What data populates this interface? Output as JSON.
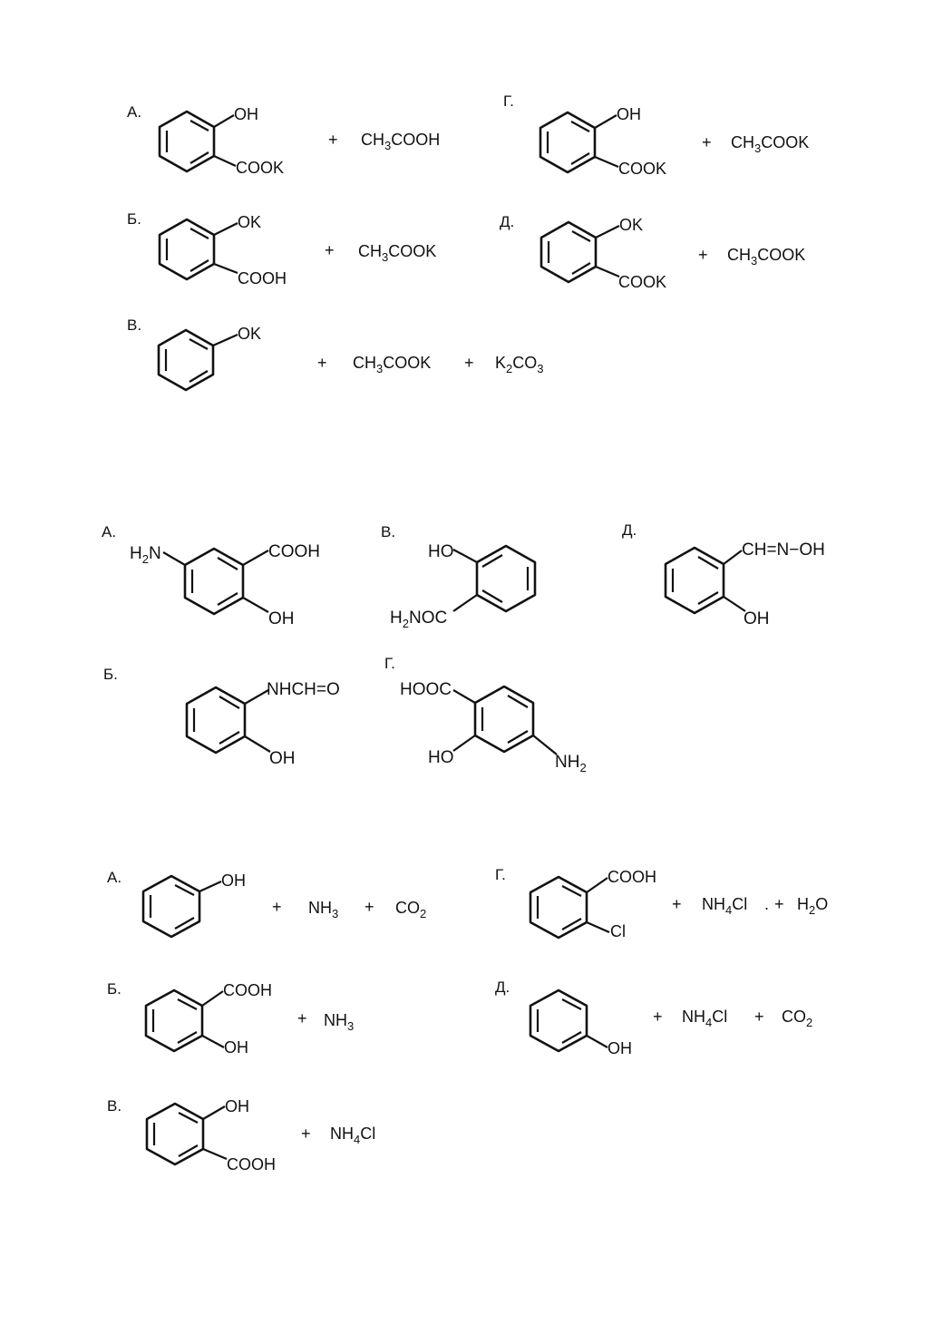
{
  "question_1": {
    "a": {
      "label": "А.",
      "oh": "OH",
      "cook": "COOK",
      "plus": "+",
      "product": "CH3COOH"
    },
    "g": {
      "label": "Г.",
      "oh": "OH",
      "cook": "COOK",
      "plus": "+",
      "product": "CH3COOK"
    },
    "b": {
      "label": "Б.",
      "ok": "OK",
      "cooh": "COOH",
      "plus": "+",
      "product": "CH3COOK"
    },
    "d": {
      "label": "Д.",
      "ok": "OK",
      "cook": "COOK",
      "plus": "+",
      "product": "CH3COOK"
    },
    "v": {
      "label": "В.",
      "ok": "OK",
      "plus1": "+",
      "product1": "CH3COOK",
      "plus2": "+",
      "product2": "K2CO3"
    }
  },
  "question_2": {
    "a": {
      "label": "А.",
      "h2n": "H2N",
      "cooh": "COOH",
      "oh": "OH"
    },
    "v": {
      "label": "В.",
      "ho": "HO",
      "h2noc": "H2NOC"
    },
    "d": {
      "label": "Д.",
      "oxime": "CH=N−OH",
      "oh": "OH"
    },
    "b": {
      "label": "Б.",
      "nhcho": "NHCH=O",
      "oh": "OH"
    },
    "g": {
      "label": "Г.",
      "hooc": "HOOC",
      "ho": "HO",
      "nh2": "NH2"
    }
  },
  "question_3": {
    "a": {
      "label": "А.",
      "oh": "OH",
      "plus1": "+",
      "product1": "NH3",
      "plus2": "+",
      "product2": "CO2"
    },
    "g": {
      "label": "Г.",
      "cooh": "COOH",
      "cl": "Cl",
      "plus1": "+",
      "product1": "NH4Cl",
      "sep": ".",
      "plus2": "+",
      "product2": "H2O"
    },
    "b": {
      "label": "Б.",
      "cooh": "COOH",
      "oh": "OH",
      "plus": "+",
      "product": "NH3"
    },
    "d": {
      "label": "Д.",
      "oh": "OH",
      "plus1": "+",
      "product1": "NH4Cl",
      "plus2": "+",
      "product2": "CO2"
    },
    "v": {
      "label": "В.",
      "oh": "OH",
      "cooh": "COOH",
      "plus": "+",
      "product": "NH4Cl"
    }
  }
}
